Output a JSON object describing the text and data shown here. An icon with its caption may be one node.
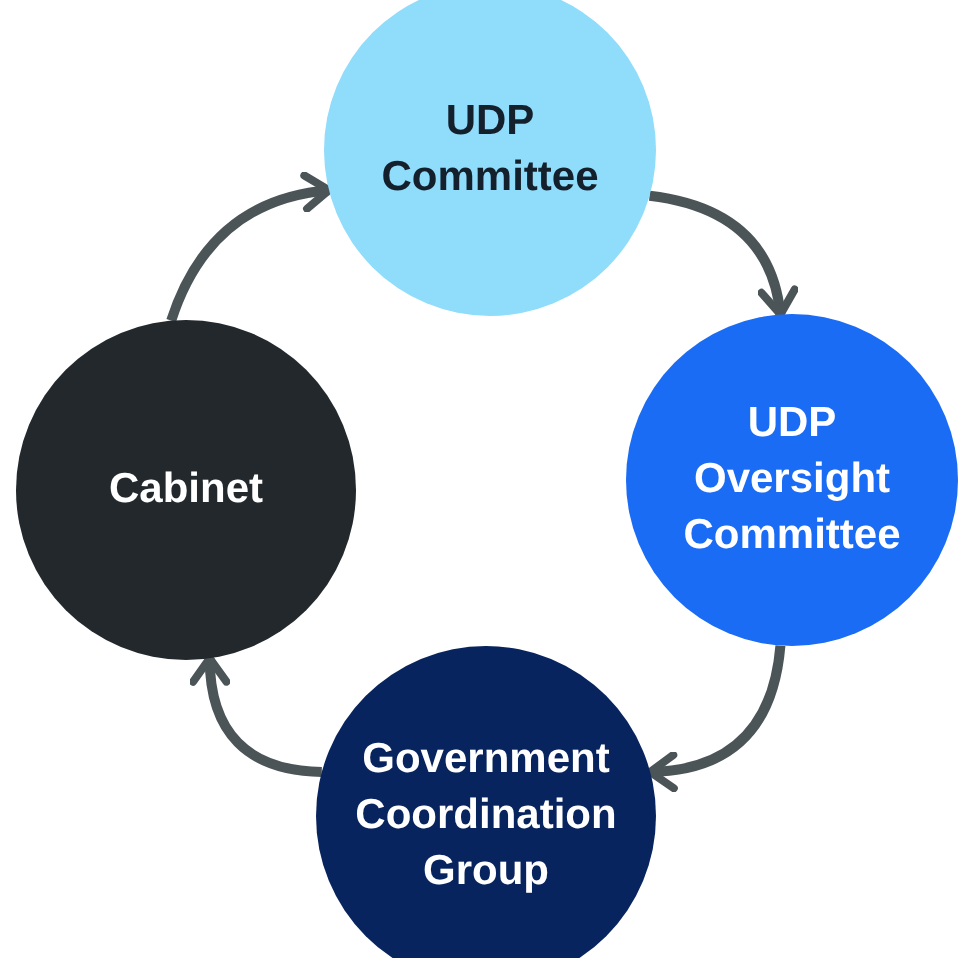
{
  "diagram": {
    "nodes": [
      {
        "text": [
          "UDP Committee"
        ]
      },
      {
        "text": [
          "UDP Oversight Committee"
        ]
      },
      {
        "text": [
          "Government Coordination Group"
        ]
      },
      {
        "text": [
          "Cabinet"
        ]
      }
    ],
    "edges": [
      {
        "from": 3,
        "to": 0,
        "arrow": "to"
      },
      {
        "from": 0,
        "to": 1,
        "arrow": "to"
      },
      {
        "from": 1,
        "to": 2,
        "arrow": "to"
      },
      {
        "from": 2,
        "to": 3,
        "arrow": "to"
      }
    ]
  }
}
